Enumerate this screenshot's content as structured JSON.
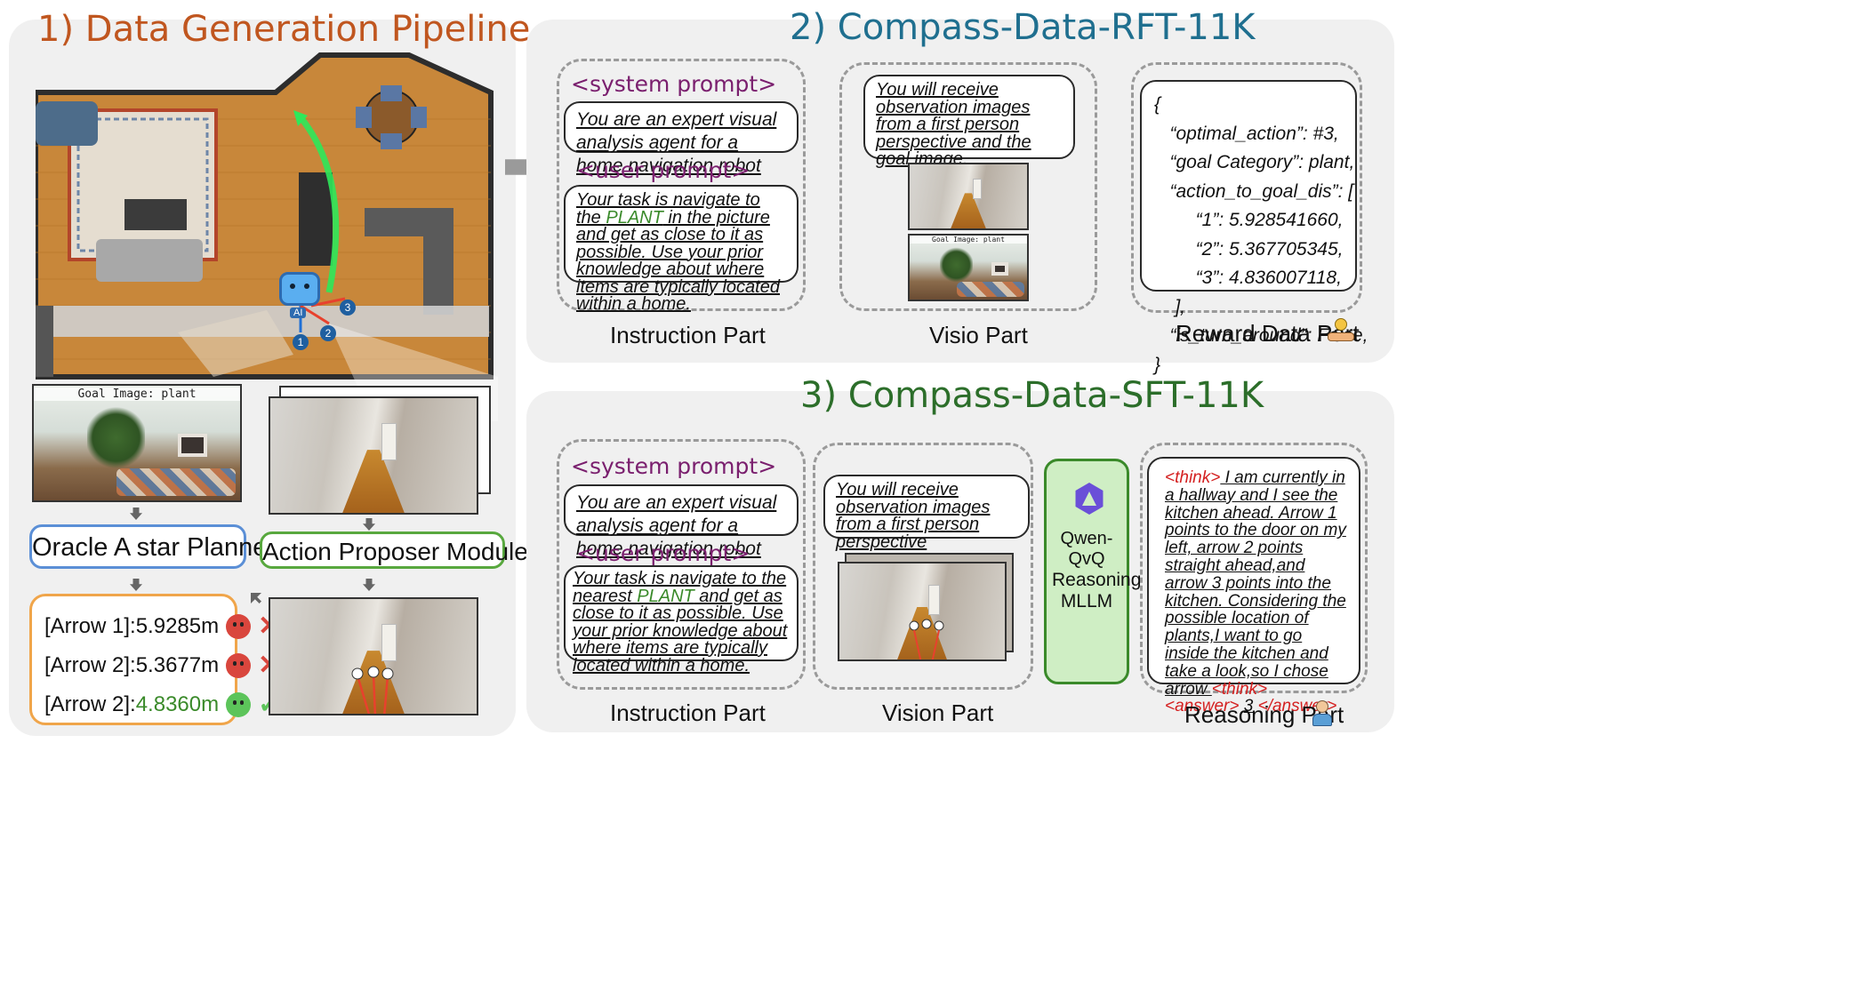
{
  "section1": {
    "title": "1) Data Generation Pipeline",
    "goal_image_label": "Goal Image: plant",
    "oracle_planner": "Oracle A star Planner",
    "action_proposer": "Action Proposer Module",
    "robot_label": "AI",
    "arrow_numbers": [
      "1",
      "2",
      "3"
    ],
    "results": [
      {
        "label": "[Arrow 1]: ",
        "value": "5.9285m",
        "status": "wrong"
      },
      {
        "label": "[Arrow 2]: ",
        "value": "5.3677m",
        "status": "wrong"
      },
      {
        "label": "[Arrow 2]: ",
        "value": "4.8360m",
        "status": "correct"
      }
    ]
  },
  "section2": {
    "title": "2) Compass-Data-RFT-11K",
    "system_prompt_label": "<system prompt>",
    "system_prompt_text": "You are an expert visual analysis agent for a home navigation robot",
    "user_prompt_label": "<user prompt>",
    "user_prompt_before": "Your task is navigate to the ",
    "user_prompt_highlight": "PLANT",
    "user_prompt_after": " in the picture and get as close to it as possible. Use your prior knowledge about where items are typically located within a home.",
    "vision_text": "You will receive observation images from a first person perspective and the goal image.",
    "goal_image_label": "Goal Image: plant",
    "reward_json": "{\n   “optimal_action”: #3,\n   “goal Category”: plant,\n   “action_to_goal_dis”: [\n        “1”: 5.928541660,\n        “2”: 5.367705345,\n        “3”: 4.836007118,\n    ],\n   “is_turn_around”: False,\n}",
    "caption_instruction": "Instruction Part",
    "caption_vision": "Visio Part",
    "caption_reward": "Reward Data Part"
  },
  "section3": {
    "title": "3) Compass-Data-SFT-11K",
    "system_prompt_label": "<system prompt>",
    "system_prompt_text": "You are an expert visual analysis agent for a home navigation robot",
    "user_prompt_label": "<user prompt>",
    "user_prompt_before": "Your task is navigate to the nearest ",
    "user_prompt_highlight": "PLANT",
    "user_prompt_after": " and get as close to it as possible. Use your prior knowledge about where items are typically located within a home.",
    "vision_text": "You will receive observation images from a first person perspective",
    "model_name": "Qwen-QvQ",
    "model_desc": "Reasoning MLLM",
    "reasoning": {
      "think_open": "<think>",
      "text": " I am currently in a hallway and I see the kitchen ahead. Arrow 1 points to the door on my left, arrow 2 points straight ahead,and arrow 3 points into the kitchen. Considering the possible location of plants,I want to go inside the kitchen and take a look,so I chose arrow ",
      "think_close": "<think>",
      "answer_open": "<answer>",
      "answer_value": "3",
      "answer_close": "</answer>"
    },
    "caption_instruction": "Instruction Part",
    "caption_vision": "Vision Part",
    "caption_reasoning": "Reasoning Part"
  },
  "colors": {
    "title1": "#c0561f",
    "title2": "#1f6f8f",
    "title3": "#2c6e2a",
    "prompt_label": "#7a1f6e",
    "oracle_border": "#5b8fd6",
    "proposer_border": "#58a83e",
    "results_border": "#f0a54a",
    "model_fill": "#cfeec4",
    "model_border": "#3a8a2a"
  },
  "icons": [
    "robot-icon",
    "money-hand-icon",
    "student-icon",
    "qwen-logo-icon",
    "sad-face-icon",
    "happy-face-icon",
    "cross-icon",
    "check-icon"
  ]
}
